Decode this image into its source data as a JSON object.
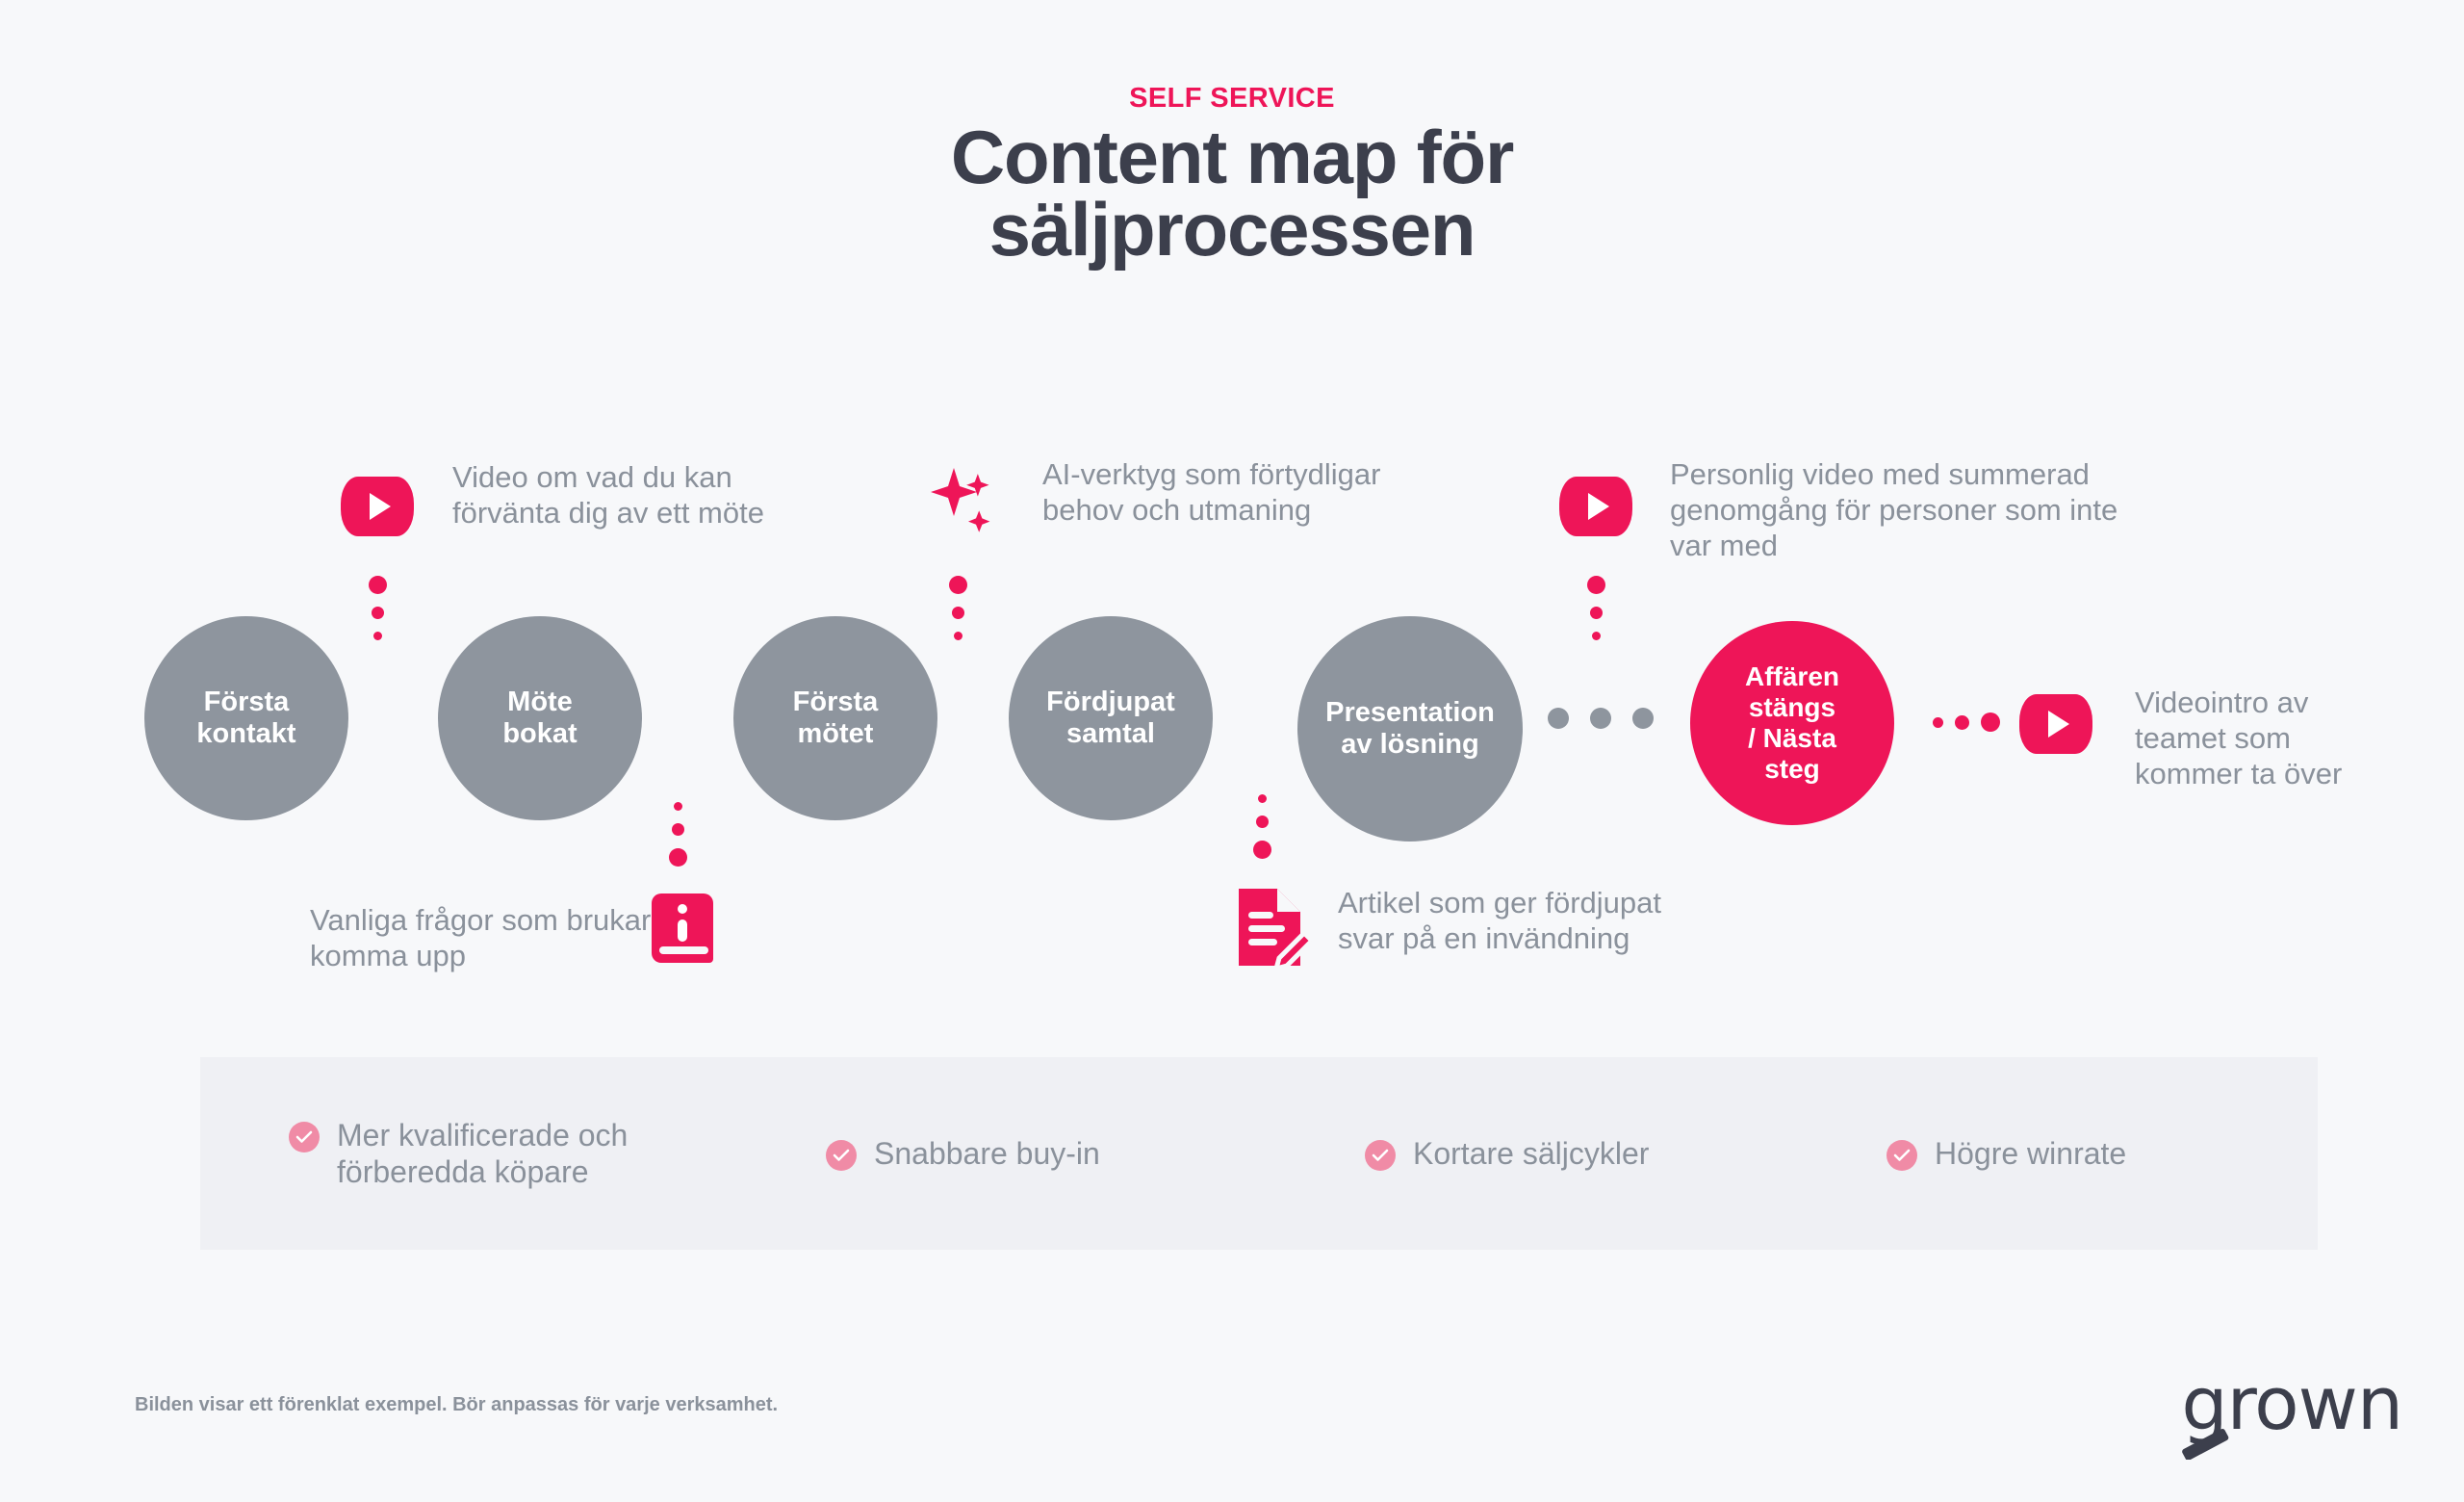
{
  "header": {
    "eyebrow": "SELF SERVICE",
    "title_line1": "Content map för",
    "title_line2": "säljprocessen"
  },
  "flow": {
    "nodes": [
      {
        "id": "forsta-kontakt",
        "label": "Första\nkontakt",
        "color": "#8E959E",
        "style": "gray"
      },
      {
        "id": "mote-bokat",
        "label": "Möte\nbokat",
        "color": "#8E959E",
        "style": "gray"
      },
      {
        "id": "forsta-motet",
        "label": "Första\nmötet",
        "color": "#8E959E",
        "style": "gray"
      },
      {
        "id": "fordjupat-samtal",
        "label": "Fördjupat\nsamtal",
        "color": "#8E959E",
        "style": "gray"
      },
      {
        "id": "presentation-losning",
        "label": "Presentation\nav lösning",
        "color": "#8E959E",
        "style": "gray"
      },
      {
        "id": "affaren-stangs",
        "label": "Affären\nstängs\n/ Nästa\nsteg",
        "color": "#EE1558",
        "style": "pink"
      }
    ]
  },
  "callouts": {
    "video_expect": {
      "icon": "video-play-icon",
      "text": "Video om  vad du kan förvänta dig av ett möte"
    },
    "faq_book": {
      "icon": "info-book-icon",
      "text": "Vanliga frågor som brukar komma upp"
    },
    "ai_tool": {
      "icon": "ai-sparkle-icon",
      "text": "AI-verktyg som förtydligar behov och utmaning"
    },
    "article_doc": {
      "icon": "document-edit-icon",
      "text": "Artikel som ger fördjupat svar på en invändning"
    },
    "personal_video": {
      "icon": "video-play-icon",
      "text": "Personlig video med summerad  genomgång för personer som inte var med"
    },
    "video_intro": {
      "icon": "video-play-icon",
      "text": "Videointro av teamet som kommer ta över"
    }
  },
  "benefits": {
    "items": [
      {
        "icon": "check-circle-icon",
        "text": "Mer kvalificerade och förberedda köpare"
      },
      {
        "icon": "check-circle-icon",
        "text": "Snabbare buy-in"
      },
      {
        "icon": "check-circle-icon",
        "text": "Kortare säljcykler"
      },
      {
        "icon": "check-circle-icon",
        "text": "Högre winrate"
      }
    ]
  },
  "footer": {
    "note": "Bilden visar ett förenklat exempel. Bör anpassas för varje verksamhet.",
    "logo": "grown"
  },
  "colors": {
    "accent_pink": "#EE1558",
    "node_gray": "#8E959E",
    "text_gray": "#8A919B",
    "title_dark": "#3C3F4C",
    "page_bg": "#F7F8FA",
    "panel_bg": "#EFF0F4",
    "check_pink": "#F08BA6"
  }
}
